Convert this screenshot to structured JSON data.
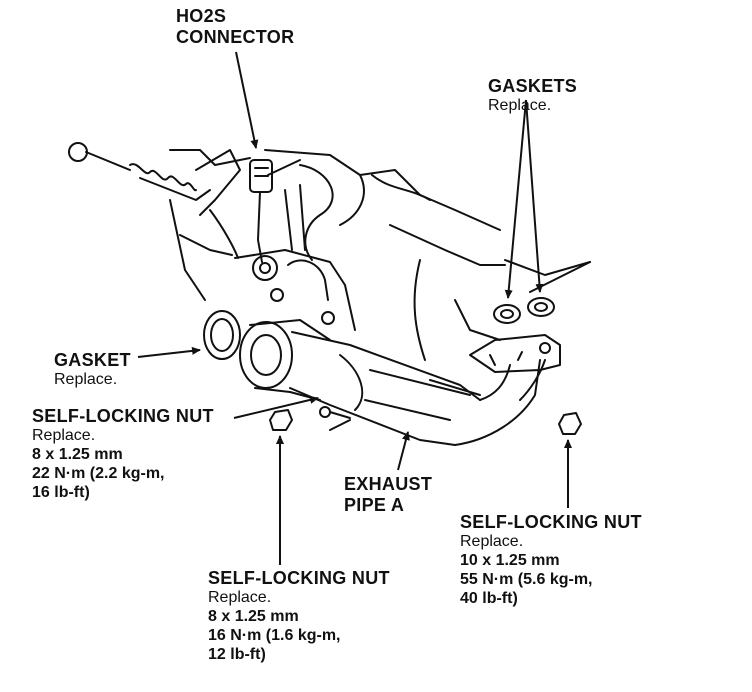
{
  "labels": {
    "ho2s": {
      "line1": "HO2S",
      "line2": "CONNECTOR"
    },
    "gaskets": {
      "title": "GASKETS",
      "note": "Replace."
    },
    "gasket": {
      "title": "GASKET",
      "note": "Replace."
    },
    "nut_left": {
      "title": "SELF-LOCKING NUT",
      "note": "Replace.",
      "size": "8 x 1.25 mm",
      "torque": "22 N·m (2.2 kg-m,",
      "torque2": "16 lb-ft)"
    },
    "exhaust": {
      "line1": "EXHAUST",
      "line2": "PIPE A"
    },
    "nut_right": {
      "title": "SELF-LOCKING NUT",
      "note": "Replace.",
      "size": "10 x 1.25 mm",
      "torque": "55 N·m (5.6 kg-m,",
      "torque2": "40 lb-ft)"
    },
    "nut_bottom": {
      "title": "SELF-LOCKING NUT",
      "note": "Replace.",
      "size": "8 x 1.25 mm",
      "torque": "16 N·m (1.6 kg-m,",
      "torque2": "12 lb-ft)"
    }
  },
  "colors": {
    "ink": "#111111",
    "paper": "#ffffff"
  }
}
